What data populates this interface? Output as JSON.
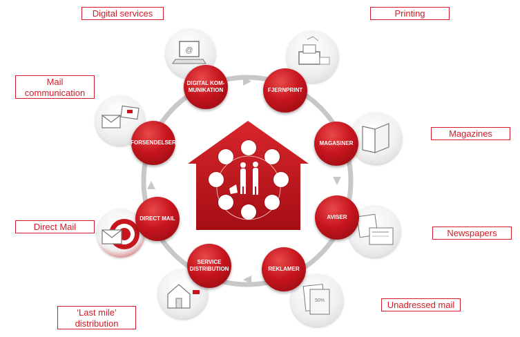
{
  "labels": {
    "digital_services": "Digital services",
    "printing": "Printing",
    "mail_communication": "Mail communication",
    "magazines": "Magazines",
    "direct_mail": "Direct Mail",
    "newspapers": "Newspapers",
    "last_mile": "‘Last mile’ distribution",
    "unadressed_mail": "Unadressed mail"
  },
  "nodes": {
    "digital": "DIGITAL KOM- MUNIKATION",
    "fjernprint": "FJERNPRINT",
    "magasiner": "MAGASINER",
    "aviser": "AVISER",
    "reklamer": "REKLAMER",
    "service_distribution": "SERVICE DISTRIBUTION",
    "direct_mail": "DIRECT MAIL",
    "forsendelser": "FORSENDELSER"
  },
  "icons": {
    "digital": "laptop-icon",
    "printing": "printer-icon",
    "magazines": "magazine-icon",
    "newspapers": "newspaper-icon",
    "unadressed": "flyer-icon",
    "last_mile": "house-icon",
    "direct_mail": "target-envelope-icon",
    "mail": "envelope-icon"
  },
  "colors": {
    "accent": "#c7151e",
    "ring": "#c8c8c8"
  }
}
